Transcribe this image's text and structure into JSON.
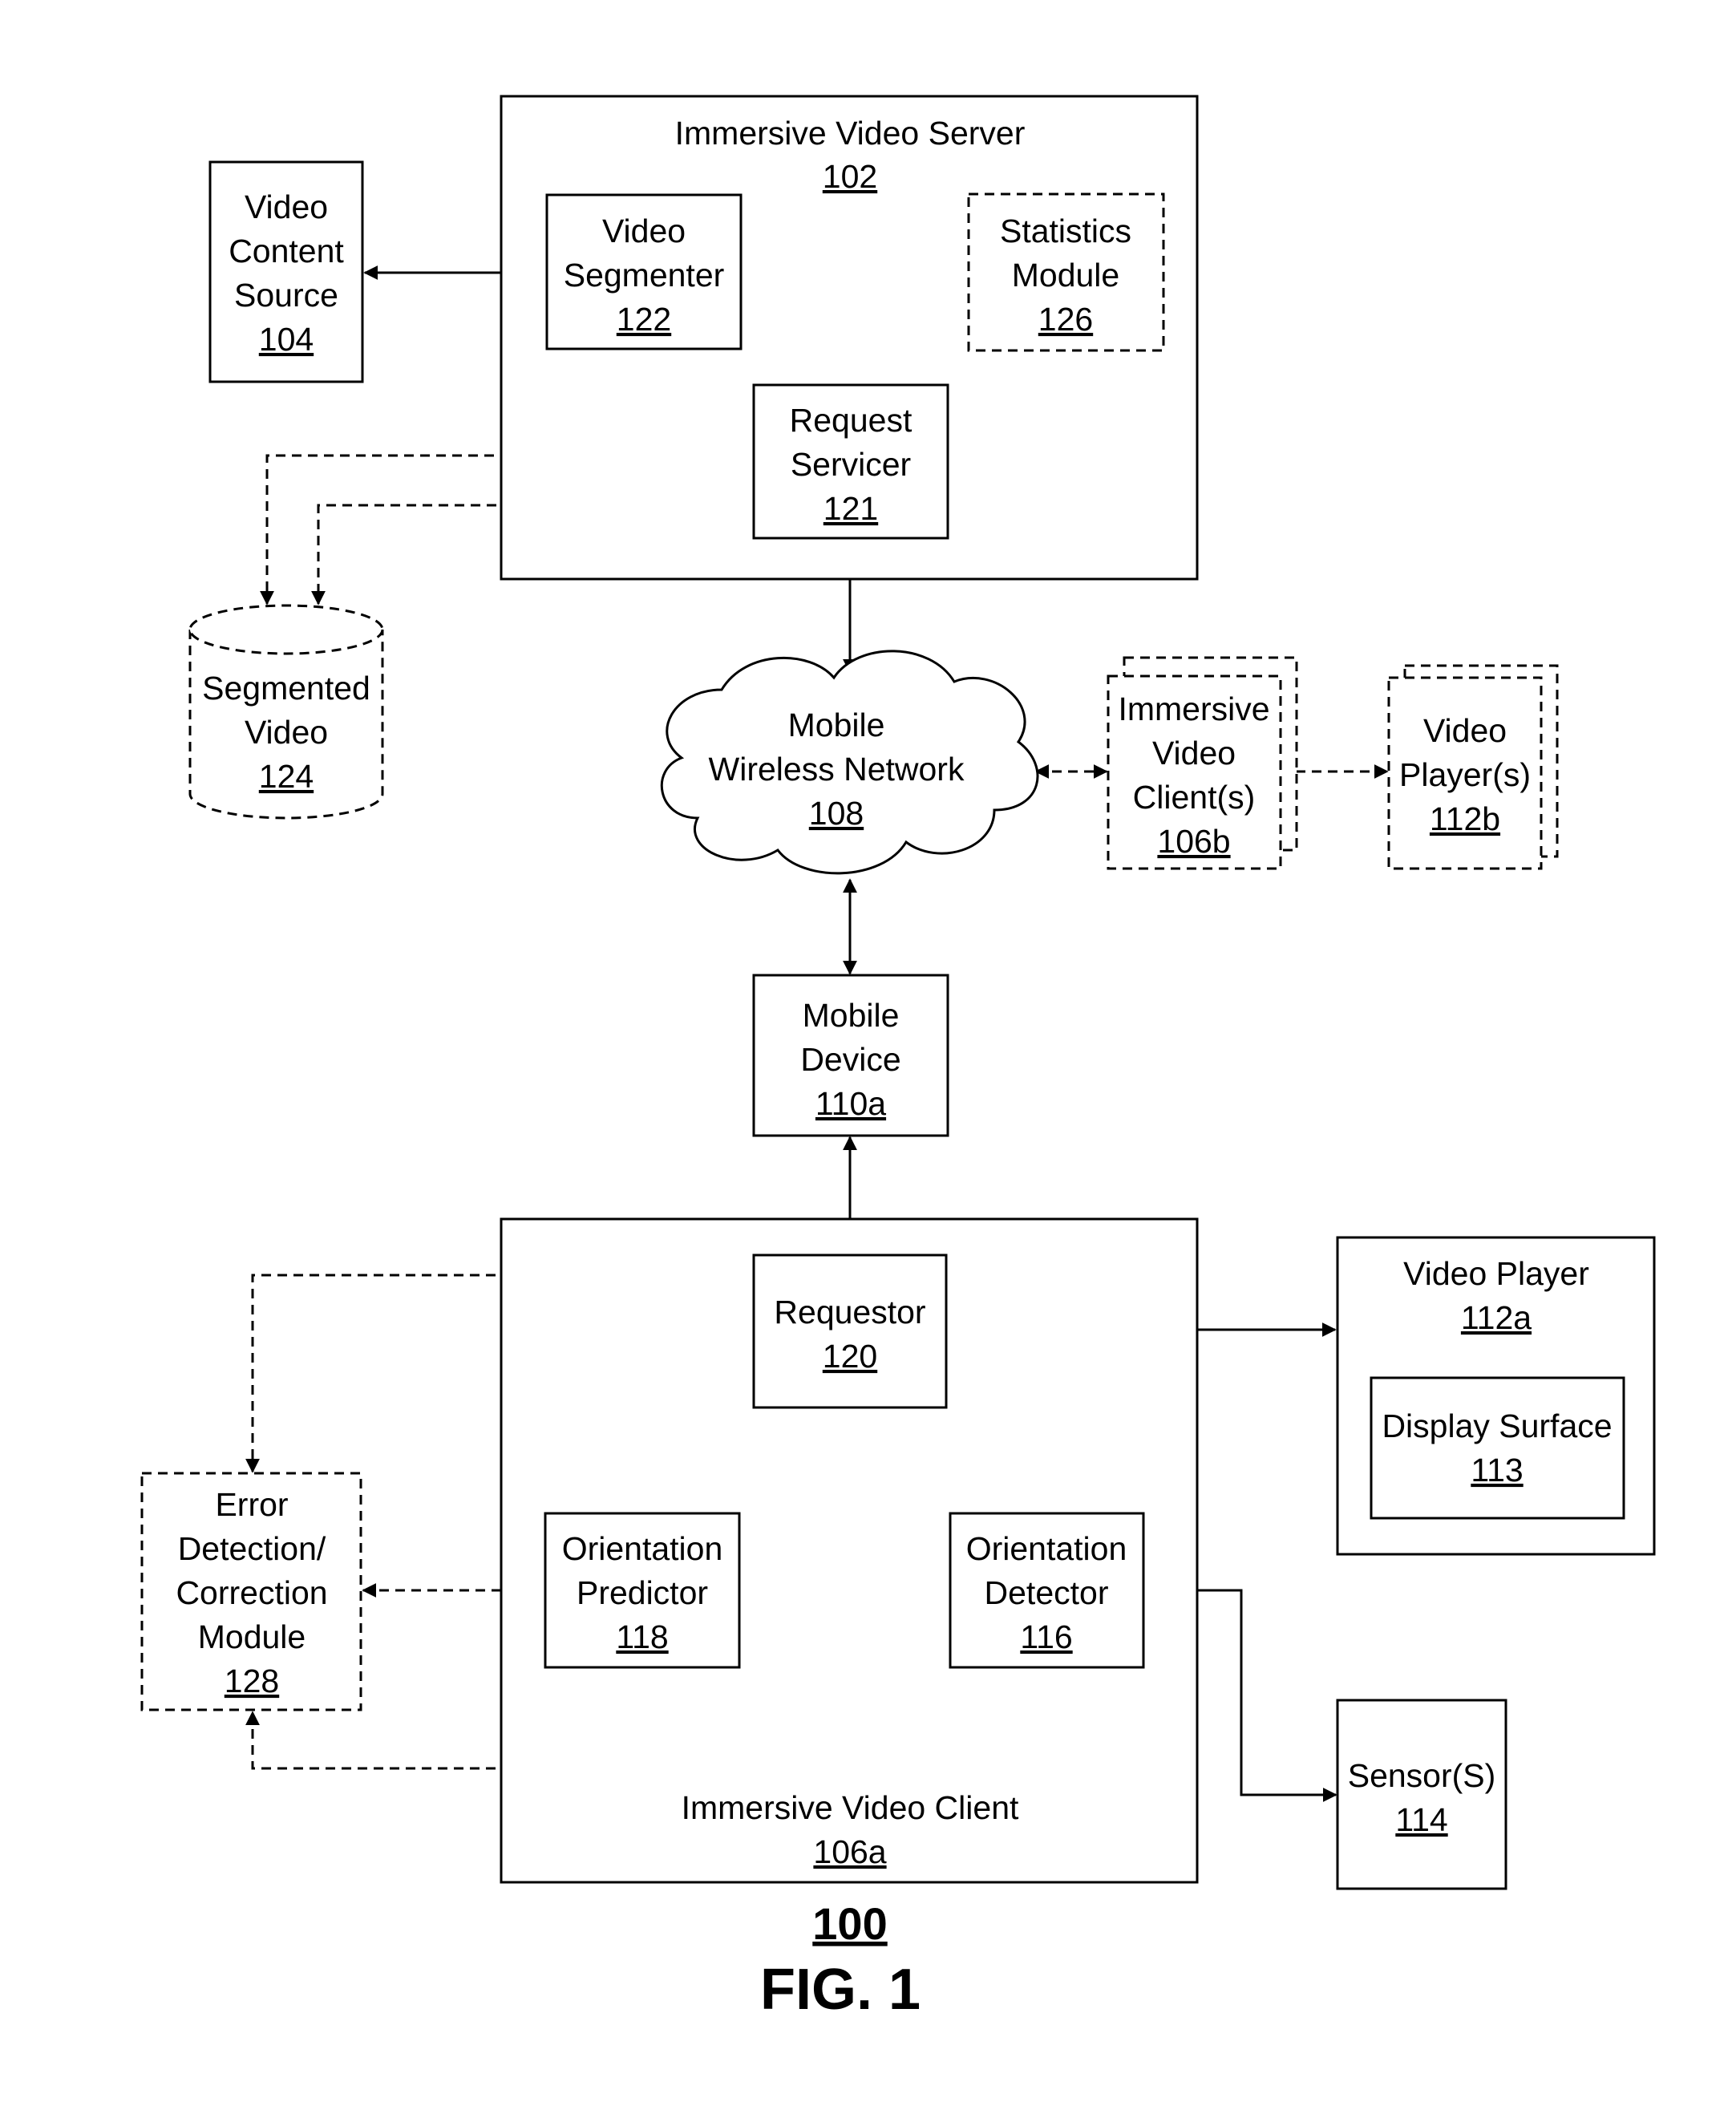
{
  "nodes": {
    "server": {
      "label": "Immersive Video Server",
      "ref": "102"
    },
    "content_source": {
      "lines": [
        "Video",
        "Content",
        "Source"
      ],
      "ref": "104"
    },
    "segmenter": {
      "lines": [
        "Video",
        "Segmenter"
      ],
      "ref": "122"
    },
    "statistics": {
      "lines": [
        "Statistics",
        "Module"
      ],
      "ref": "126"
    },
    "request_servicer": {
      "lines": [
        "Request",
        "Servicer"
      ],
      "ref": "121"
    },
    "segmented_video": {
      "lines": [
        "Segmented",
        "Video"
      ],
      "ref": "124"
    },
    "network": {
      "lines": [
        "Mobile",
        "Wireless Network"
      ],
      "ref": "108"
    },
    "clients_b": {
      "lines": [
        "Immersive",
        "Video",
        "Client(s)"
      ],
      "ref": "106b"
    },
    "players_b": {
      "lines": [
        "Video",
        "Player(s)"
      ],
      "ref": "112b"
    },
    "mobile_device": {
      "lines": [
        "Mobile",
        "Device"
      ],
      "ref": "110a"
    },
    "client_a": {
      "label": "Immersive Video Client",
      "ref": "106a"
    },
    "requestor": {
      "lines": [
        "Requestor"
      ],
      "ref": "120"
    },
    "video_player_a": {
      "label": "Video Player",
      "ref": "112a"
    },
    "display_surface": {
      "lines": [
        "Display Surface"
      ],
      "ref": "113"
    },
    "error_module": {
      "lines": [
        "Error",
        "Detection/",
        "Correction",
        "Module"
      ],
      "ref": "128"
    },
    "orientation_predictor": {
      "lines": [
        "Orientation",
        "Predictor"
      ],
      "ref": "118"
    },
    "orientation_detector": {
      "lines": [
        "Orientation",
        "Detector"
      ],
      "ref": "116"
    },
    "sensors": {
      "lines": [
        "Sensor(S)"
      ],
      "ref": "114"
    }
  },
  "figure": {
    "number": "100",
    "title": "FIG. 1"
  }
}
